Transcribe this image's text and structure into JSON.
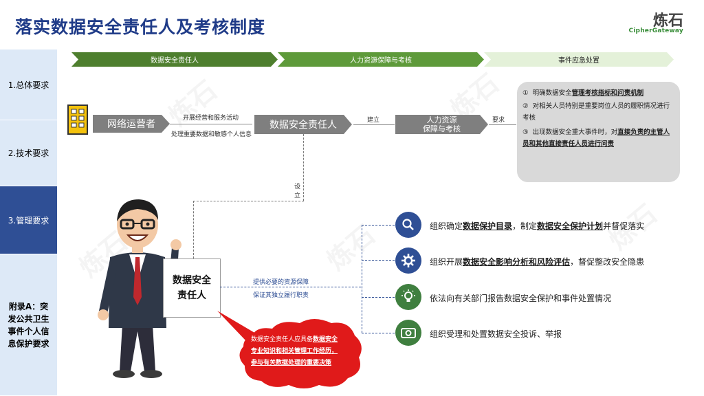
{
  "title": "落实数据安全责任人及考核制度",
  "logo": {
    "cn": "炼石",
    "en": "CipherGateway"
  },
  "sidebar": [
    {
      "label": "1.总体要求"
    },
    {
      "label": "2.技术要求"
    },
    {
      "label": "3.管理要求"
    },
    {
      "label": "附录A：突发公共卫生事件个人信息保护要求"
    }
  ],
  "stages": [
    {
      "label": "数据安全责任人",
      "color": "#4e7f2e"
    },
    {
      "label": "人力资源保障与考核",
      "color": "#5e9a3a"
    },
    {
      "label": "事件应急处置",
      "color": "#e4f1d9"
    }
  ],
  "flow": {
    "operator": "网络运营者",
    "edge1_top": "开展经营和服务活动",
    "edge1_bottom": "处理重要数据和敏感个人信息",
    "officer": "数据安全责任人",
    "edge2": "建立",
    "hr_line1": "人力资源",
    "hr_line2": "保障与考核",
    "edge3": "要求",
    "setup_1": "设",
    "setup_2": "立"
  },
  "requirements": [
    {
      "num": "①",
      "pre": "明确数据安全",
      "strong": "管理考核指标和问责机制",
      "post": ""
    },
    {
      "num": "②",
      "pre": "对相关人员特别是重要岗位人员的履职情况进行考核",
      "strong": "",
      "post": ""
    },
    {
      "num": "③",
      "pre": "出现数据安全重大事件时，对",
      "strong": "直接负责的主管人员和其他直接责任人员进行问责",
      "post": ""
    }
  ],
  "responsible_box": {
    "line1": "数据安全",
    "line2": "责任人"
  },
  "support": {
    "line1": "提供必要的资源保障",
    "line2": "保证其独立履行职责"
  },
  "duties": [
    {
      "icon": "search-icon",
      "p1": "组织确定",
      "s1": "数据保护目录",
      "p2": "，制定",
      "s2": "数据安全保护计划",
      "p3": "并督促落实"
    },
    {
      "icon": "gear-icon",
      "p1": "组织开展",
      "s1": "数据安全影响分析和风险评估",
      "p2": "，督促整改安全隐患",
      "s2": "",
      "p3": ""
    },
    {
      "icon": "lightbulb-icon",
      "p1": "依法向有关部门报告数据安全保护和事件处置情况",
      "s1": "",
      "p2": "",
      "s2": "",
      "p3": ""
    },
    {
      "icon": "camera-icon",
      "p1": "组织受理和处置数据安全投诉、举报",
      "s1": "",
      "p2": "",
      "s2": "",
      "p3": ""
    }
  ],
  "bubble": {
    "pre": "数据安全责任人应具备",
    "strong": "数据安全专业知识和相关管理工作经历，参与有关数据处理的重要决策",
    "post": ""
  },
  "watermark": "炼石"
}
